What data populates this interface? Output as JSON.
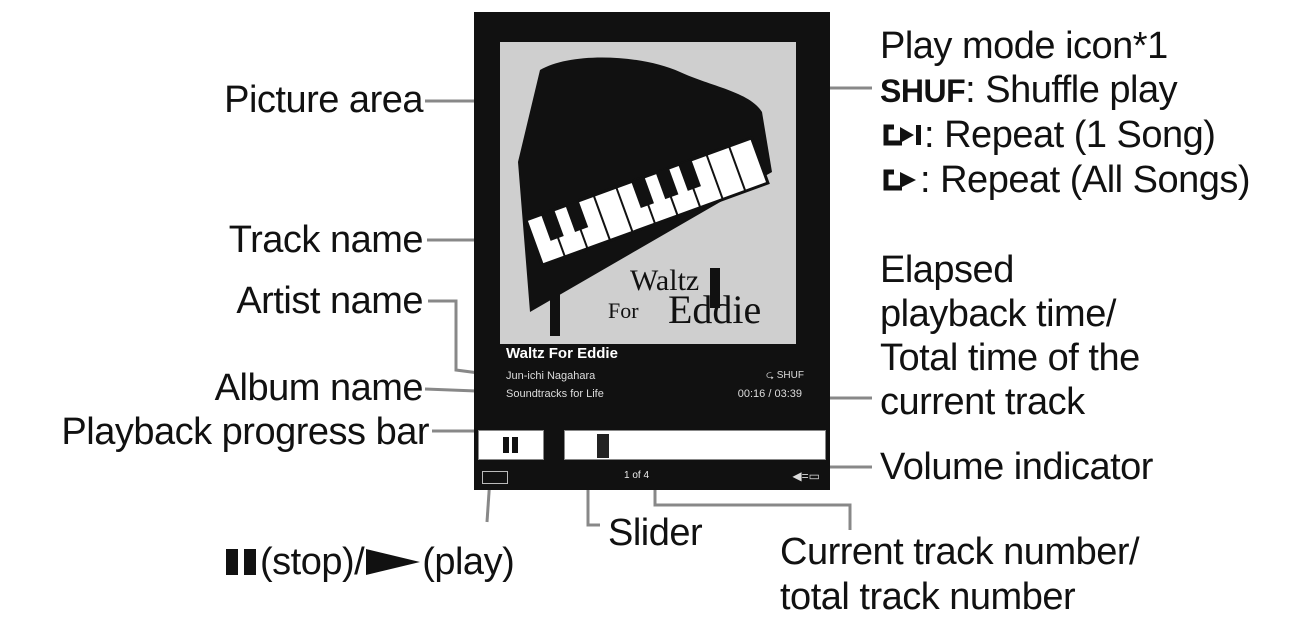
{
  "labels": {
    "picture_area": "Picture area",
    "track_name": "Track name",
    "artist_name": "Artist name",
    "album_name": "Album name",
    "progress_bar": "Playback progress bar",
    "play_mode_heading": "Play mode icon*1",
    "play_mode_shuffle_symbol": "SHUF",
    "play_mode_shuffle": ": Shuffle play",
    "play_mode_repeat1": ": Repeat (1 Song)",
    "play_mode_repeat_all": ": Repeat (All Songs)",
    "elapsed_line1": "Elapsed",
    "elapsed_line2": "playback time/",
    "elapsed_line3": "Total time of the",
    "elapsed_line4": "current track",
    "volume_indicator": "Volume indicator",
    "stop_text": "(stop)/",
    "play_text": "(play)",
    "slider": "Slider",
    "track_number_line1": "Current track number/",
    "track_number_line2": "total track number"
  },
  "screen": {
    "album_art_line1": "Waltz",
    "album_art_line2": "For",
    "album_art_line3": "Eddie",
    "track": "Waltz For Eddie",
    "artist": "Jun-ichi Nagahara",
    "album": "Soundtracks for Life",
    "play_mode": "SHUF",
    "time": "00:16 / 03:39",
    "track_number": "1 of 4",
    "progress_fraction": 0.12
  },
  "icons": {
    "battery": "battery-icon",
    "volume": "volume-icon",
    "pause": "pause-icon",
    "play": "play-icon",
    "repeat": "repeat-icon"
  },
  "colors": {
    "screen_bg": "#111111",
    "art_bg": "#cfcfcf",
    "leader_line": "#888888"
  }
}
